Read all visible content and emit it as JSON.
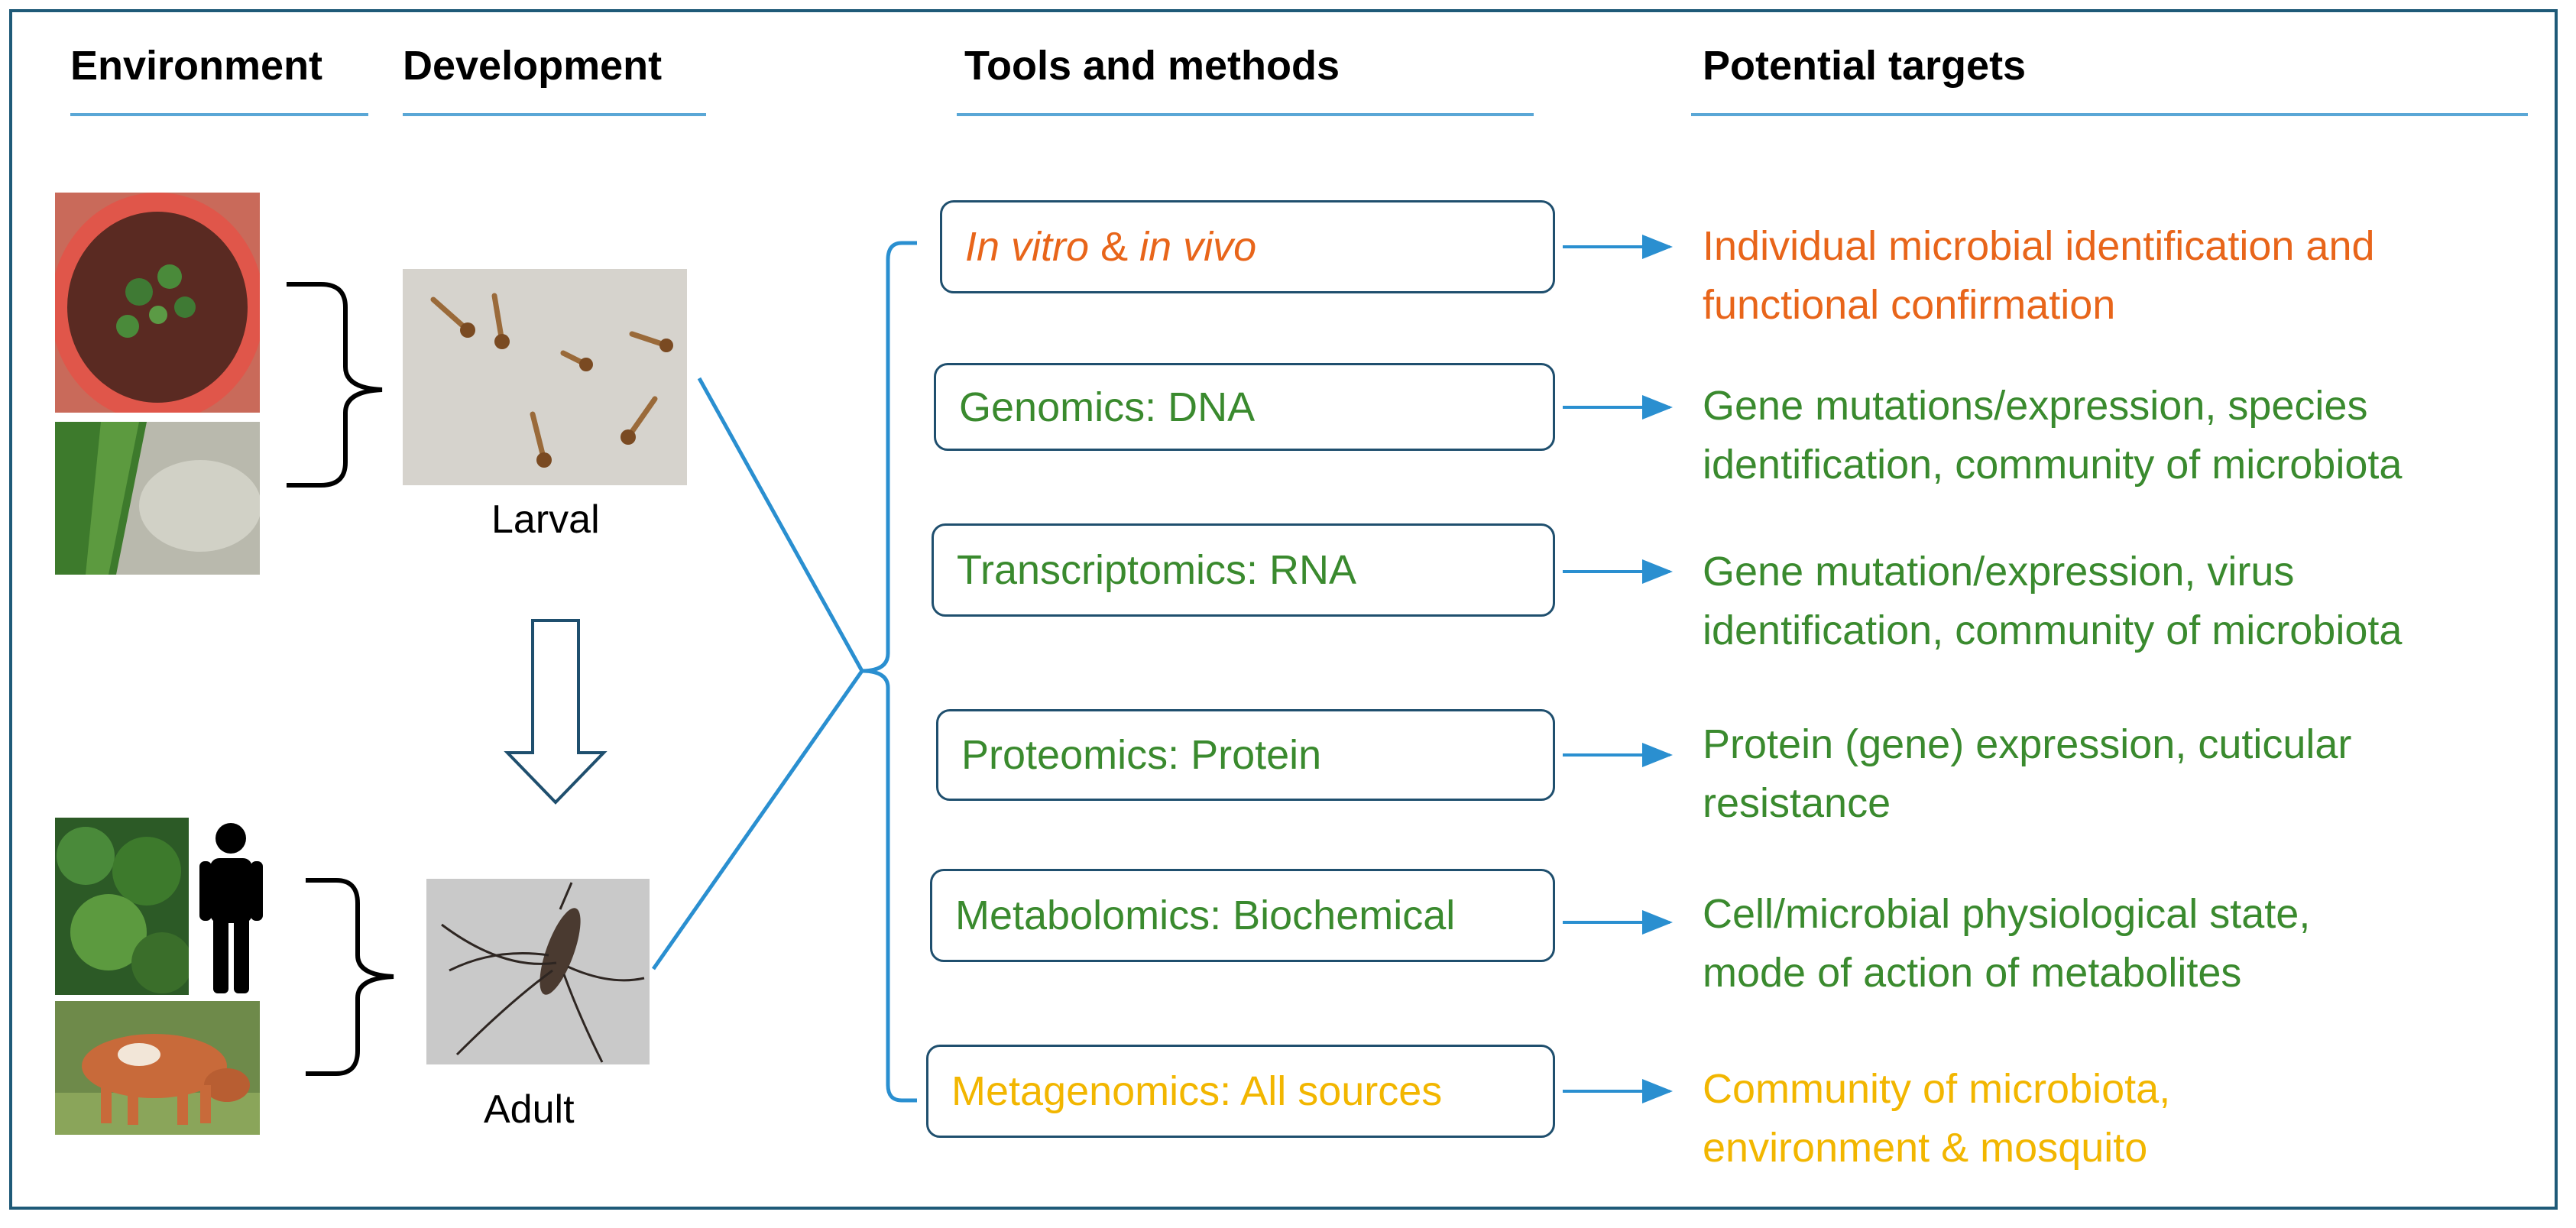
{
  "headers": {
    "environment": "Environment",
    "development": "Development",
    "tools": "Tools and methods",
    "targets": "Potential targets"
  },
  "stages": {
    "larval": "Larval",
    "adult": "Adult"
  },
  "tools": [
    {
      "prefix_italic": "In vitro",
      "mid": " & ",
      "suffix_italic": "in vivo",
      "color": "#e8651a"
    },
    {
      "label": "Genomics: DNA",
      "color": "#3a8a2e"
    },
    {
      "label": "Transcriptomics: RNA",
      "color": "#3a8a2e"
    },
    {
      "label": "Proteomics: Protein",
      "color": "#3a8a2e"
    },
    {
      "label": "Metabolomics: Biochemical",
      "color": "#3a8a2e"
    },
    {
      "label": "Metagenomics: All sources",
      "color": "#f2b600"
    }
  ],
  "targets": [
    {
      "line1": "Individual microbial identification and",
      "line2": "functional confirmation",
      "color": "#e8651a"
    },
    {
      "line1": "Gene mutations/expression, species",
      "line2": "identification, community of microbiota",
      "color": "#3a8a2e"
    },
    {
      "line1": "Gene mutation/expression, virus",
      "line2": "identification, community of microbiota",
      "color": "#3a8a2e"
    },
    {
      "line1": "Protein (gene) expression, cuticular",
      "line2": "resistance",
      "color": "#3a8a2e"
    },
    {
      "line1": "Cell/microbial physiological state,",
      "line2": "mode of action of metabolites",
      "color": "#3a8a2e"
    },
    {
      "line1": "Community of microbiota,",
      "line2": "environment & mosquito",
      "color": "#f2b600"
    }
  ],
  "icons": {
    "bucket": "water-bucket-photo",
    "puddle": "puddle-photo",
    "forest": "forest-photo",
    "human": "human-silhouette-icon",
    "cow": "cow-photo",
    "larvae": "larvae-photo",
    "mosquito": "mosquito-photo"
  },
  "colors": {
    "frame": "#1f5a78",
    "accent_line": "#5aa7d6",
    "connector": "#2a8fd0",
    "orange": "#e8651a",
    "green": "#3a8a2e",
    "yellow": "#f2b600"
  }
}
